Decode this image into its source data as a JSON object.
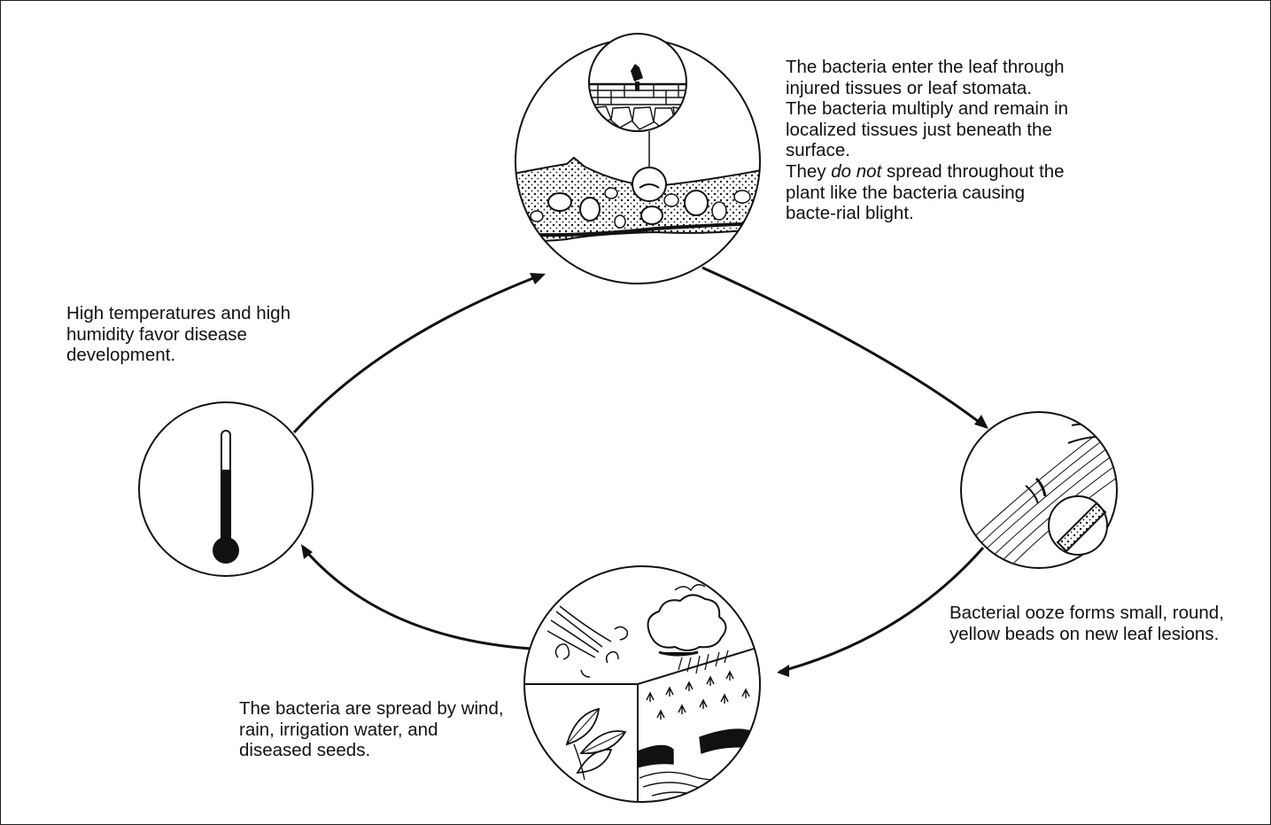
{
  "stages": {
    "infection": {
      "line1": "The bacteria enter the leaf through injured tissues or leaf stomata.",
      "line2": "The bacteria multiply and remain in localized tissues just beneath the surface.",
      "line3_pre": "They ",
      "line3_em": "do not",
      "line3_post": " spread throughout the plant like the bacteria causing bacte-rial blight."
    },
    "ooze": {
      "caption": "Bacterial ooze forms small, round, yellow beads on new leaf lesions."
    },
    "spread": {
      "caption": "The bacteria are spread by wind, rain, irrigation water, and diseased seeds."
    },
    "conditions": {
      "caption": "High temperatures and high humidity favor disease development."
    }
  },
  "icons": [
    "leaf-cross-section-icon",
    "leaf-lesion-icon",
    "wind-rain-irrigation-seed-icon",
    "thermometer-icon"
  ],
  "colors": {
    "ink": "#111111",
    "background": "#ffffff"
  }
}
